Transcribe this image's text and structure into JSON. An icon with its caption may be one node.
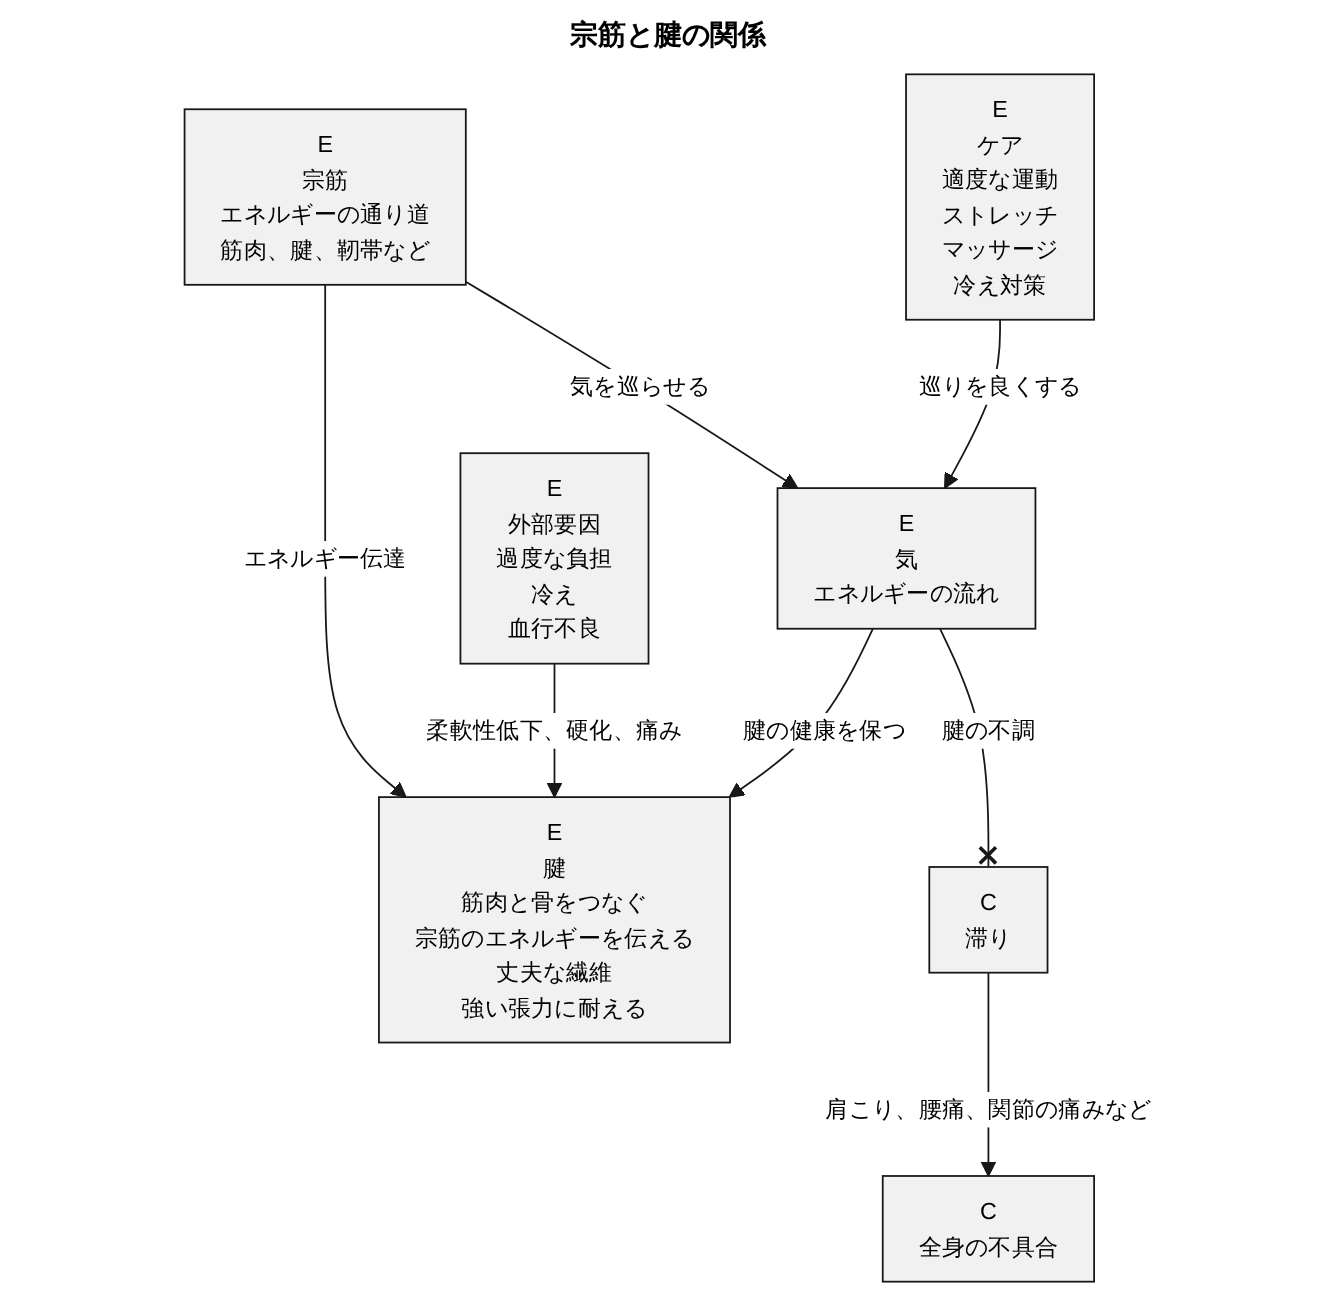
{
  "diagram": {
    "title": "宗筋と腱の関係",
    "nodes": [
      {
        "text": [
          "E",
          "宗筋",
          "エネルギーの通り道",
          "筋肉、腱、靭帯など"
        ]
      },
      {
        "text": [
          "E",
          "ケア",
          "適度な運動",
          "ストレッチ",
          "マッサージ",
          "冷え対策"
        ]
      },
      {
        "text": [
          "E",
          "外部要因",
          "過度な負担",
          "冷え",
          "血行不良"
        ]
      },
      {
        "text": [
          "E",
          "気",
          "エネルギーの流れ"
        ]
      },
      {
        "text": [
          "E",
          "腱",
          "筋肉と骨をつなぐ",
          "宗筋のエネルギーを伝える",
          "丈夫な繊維",
          "強い張力に耐える"
        ]
      },
      {
        "text": [
          "C",
          "滞り"
        ]
      },
      {
        "text": [
          "C",
          "全身の不具合"
        ]
      }
    ],
    "edges": [
      {
        "from": 0,
        "to": 3,
        "arrow": "to",
        "label": "気を巡らせる"
      },
      {
        "from": 1,
        "to": 3,
        "arrow": "to",
        "label": "巡りを良くする"
      },
      {
        "from": 0,
        "to": 4,
        "arrow": "to",
        "label": "エネルギー伝達"
      },
      {
        "from": 2,
        "to": 4,
        "arrow": "to",
        "label": "柔軟性低下、硬化、痛み"
      },
      {
        "from": 3,
        "to": 4,
        "arrow": "to",
        "label": "腱の健康を保つ"
      },
      {
        "from": 3,
        "to": 5,
        "arrow": "other",
        "label": "腱の不調"
      },
      {
        "from": 5,
        "to": 6,
        "arrow": "to",
        "label": "肩こり、腰痛、関節の痛みなど"
      }
    ]
  }
}
